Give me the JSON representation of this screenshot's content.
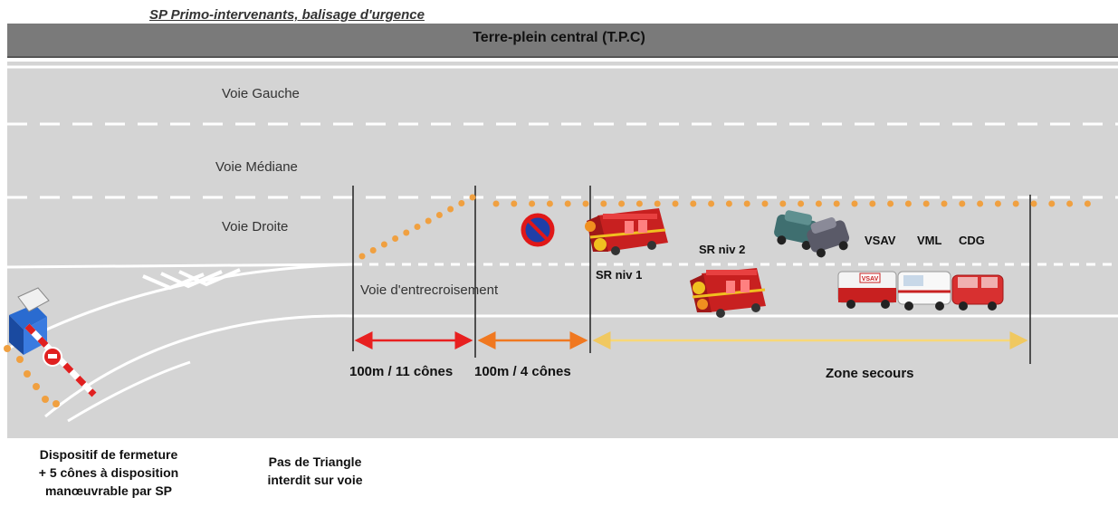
{
  "title": "SP Primo-intervenants, balisage d'urgence",
  "median_label": "Terre-plein central (T.P.C)",
  "lanes": {
    "left": "Voie Gauche",
    "middle": "Voie Médiane",
    "right": "Voie Droite",
    "weaving": "Voie d'entrecroisement"
  },
  "segments": {
    "first": "100m  / 11 cônes",
    "second": "100m  / 4 cônes",
    "zone": "Zone secours"
  },
  "vehicles": {
    "sr1": "SR niv 1",
    "sr2": "SR niv 2",
    "vsav": "VSAV",
    "vml": "VML",
    "cdg": "CDG",
    "van_text": "VSAV"
  },
  "notes": {
    "closure_1": "Dispositif de fermeture",
    "closure_2": "+ 5 cônes à disposition",
    "closure_3": "manœuvrable par SP",
    "triangle_1": "Pas de Triangle",
    "triangle_2": "interdit sur voie"
  },
  "colors": {
    "cone": "#f0a040",
    "arrow_red": "#e82020",
    "arrow_orange": "#f07820",
    "arrow_yellow": "#f8d878",
    "road": "#d4d4d4",
    "median": "#7a7a7a"
  }
}
